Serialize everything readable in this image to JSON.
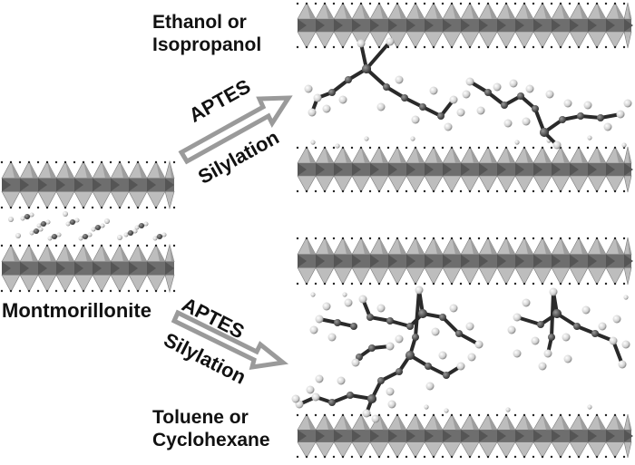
{
  "labels": {
    "solvent_top": [
      "Ethanol or",
      "Isopropanol"
    ],
    "solvent_bottom": [
      "Toluene or",
      "Cyclohexane"
    ],
    "clay": "Montmorillonite"
  },
  "arrows": {
    "top": {
      "reagent": "APTES",
      "process": "Silylation"
    },
    "bottom": {
      "reagent": "APTES",
      "process": "Silylation"
    }
  },
  "colors": {
    "sheet_dark": "#6e6e6e",
    "sheet_light": "#bdbdbd",
    "arrow_outline": "#9a9a9a",
    "atom": "#e8e8e8",
    "bond": "#2a2a2a"
  }
}
